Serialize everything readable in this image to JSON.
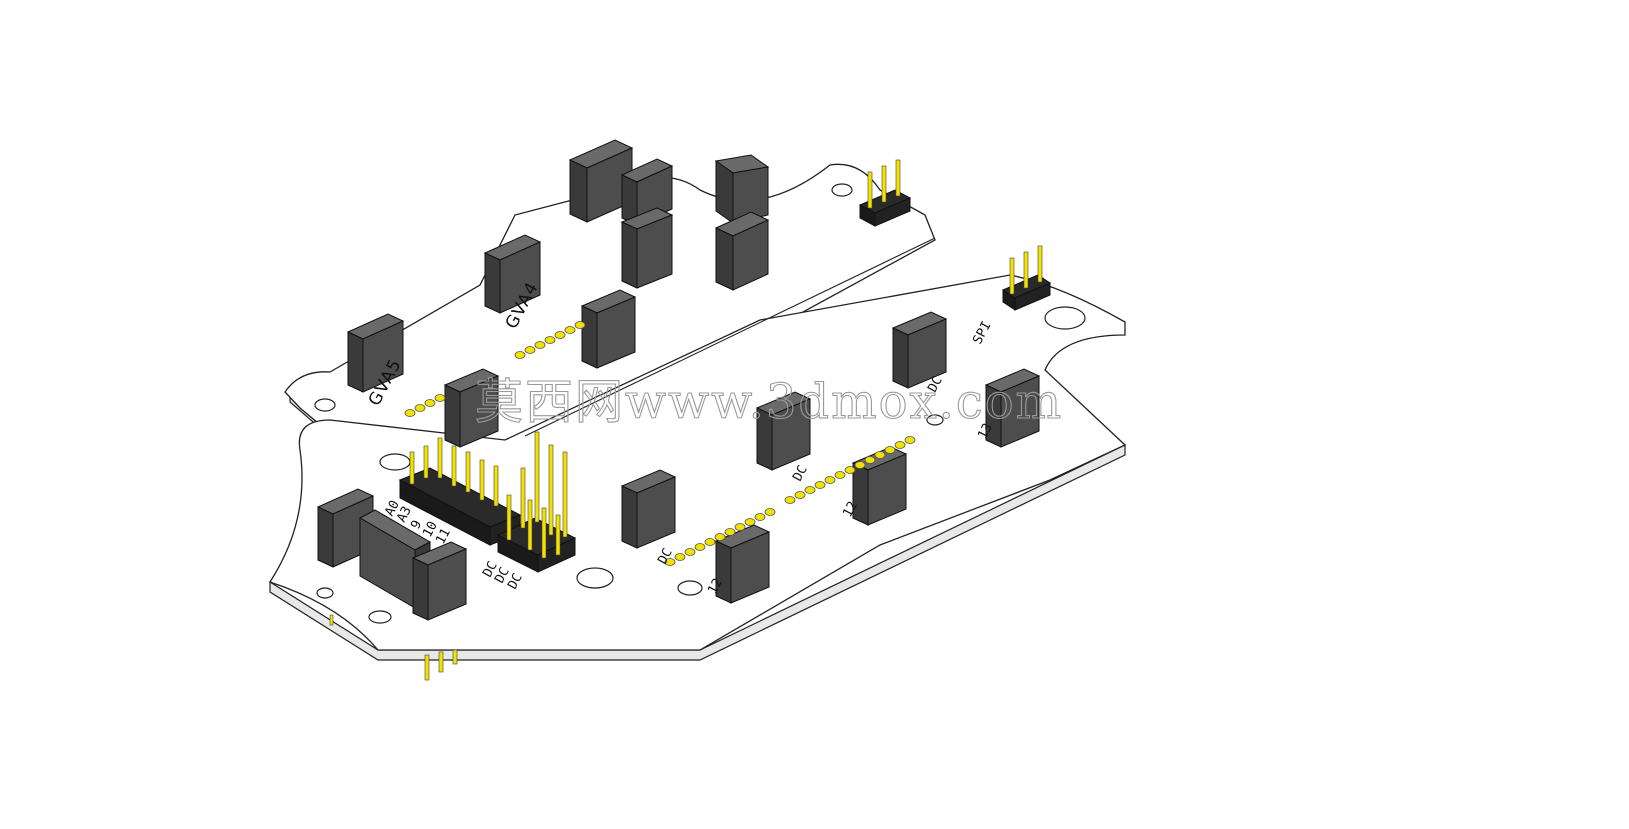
{
  "silkscreen": {
    "gva5": "GVA5",
    "gva4": "GVA4",
    "spi": "SPI",
    "dc_a": "DC",
    "dc_b": "DC",
    "dc_c": "DC",
    "a0": "A0",
    "a3": "A3",
    "n9": "9",
    "n10": "10",
    "n11": "11",
    "dc_p1": "DC",
    "dc_p2": "DC",
    "dc_p3": "DC",
    "n12a": "12",
    "n12b": "12",
    "n13": "13"
  },
  "watermark": {
    "text": "莫西网www.3dmox.com"
  },
  "colors": {
    "board": "#ffffff",
    "outline": "#222222",
    "header": "#4a4a4a",
    "header_side": "#2e2e2e",
    "pin_gold": "#f2e200",
    "pin_base": "#1e1e1e"
  }
}
